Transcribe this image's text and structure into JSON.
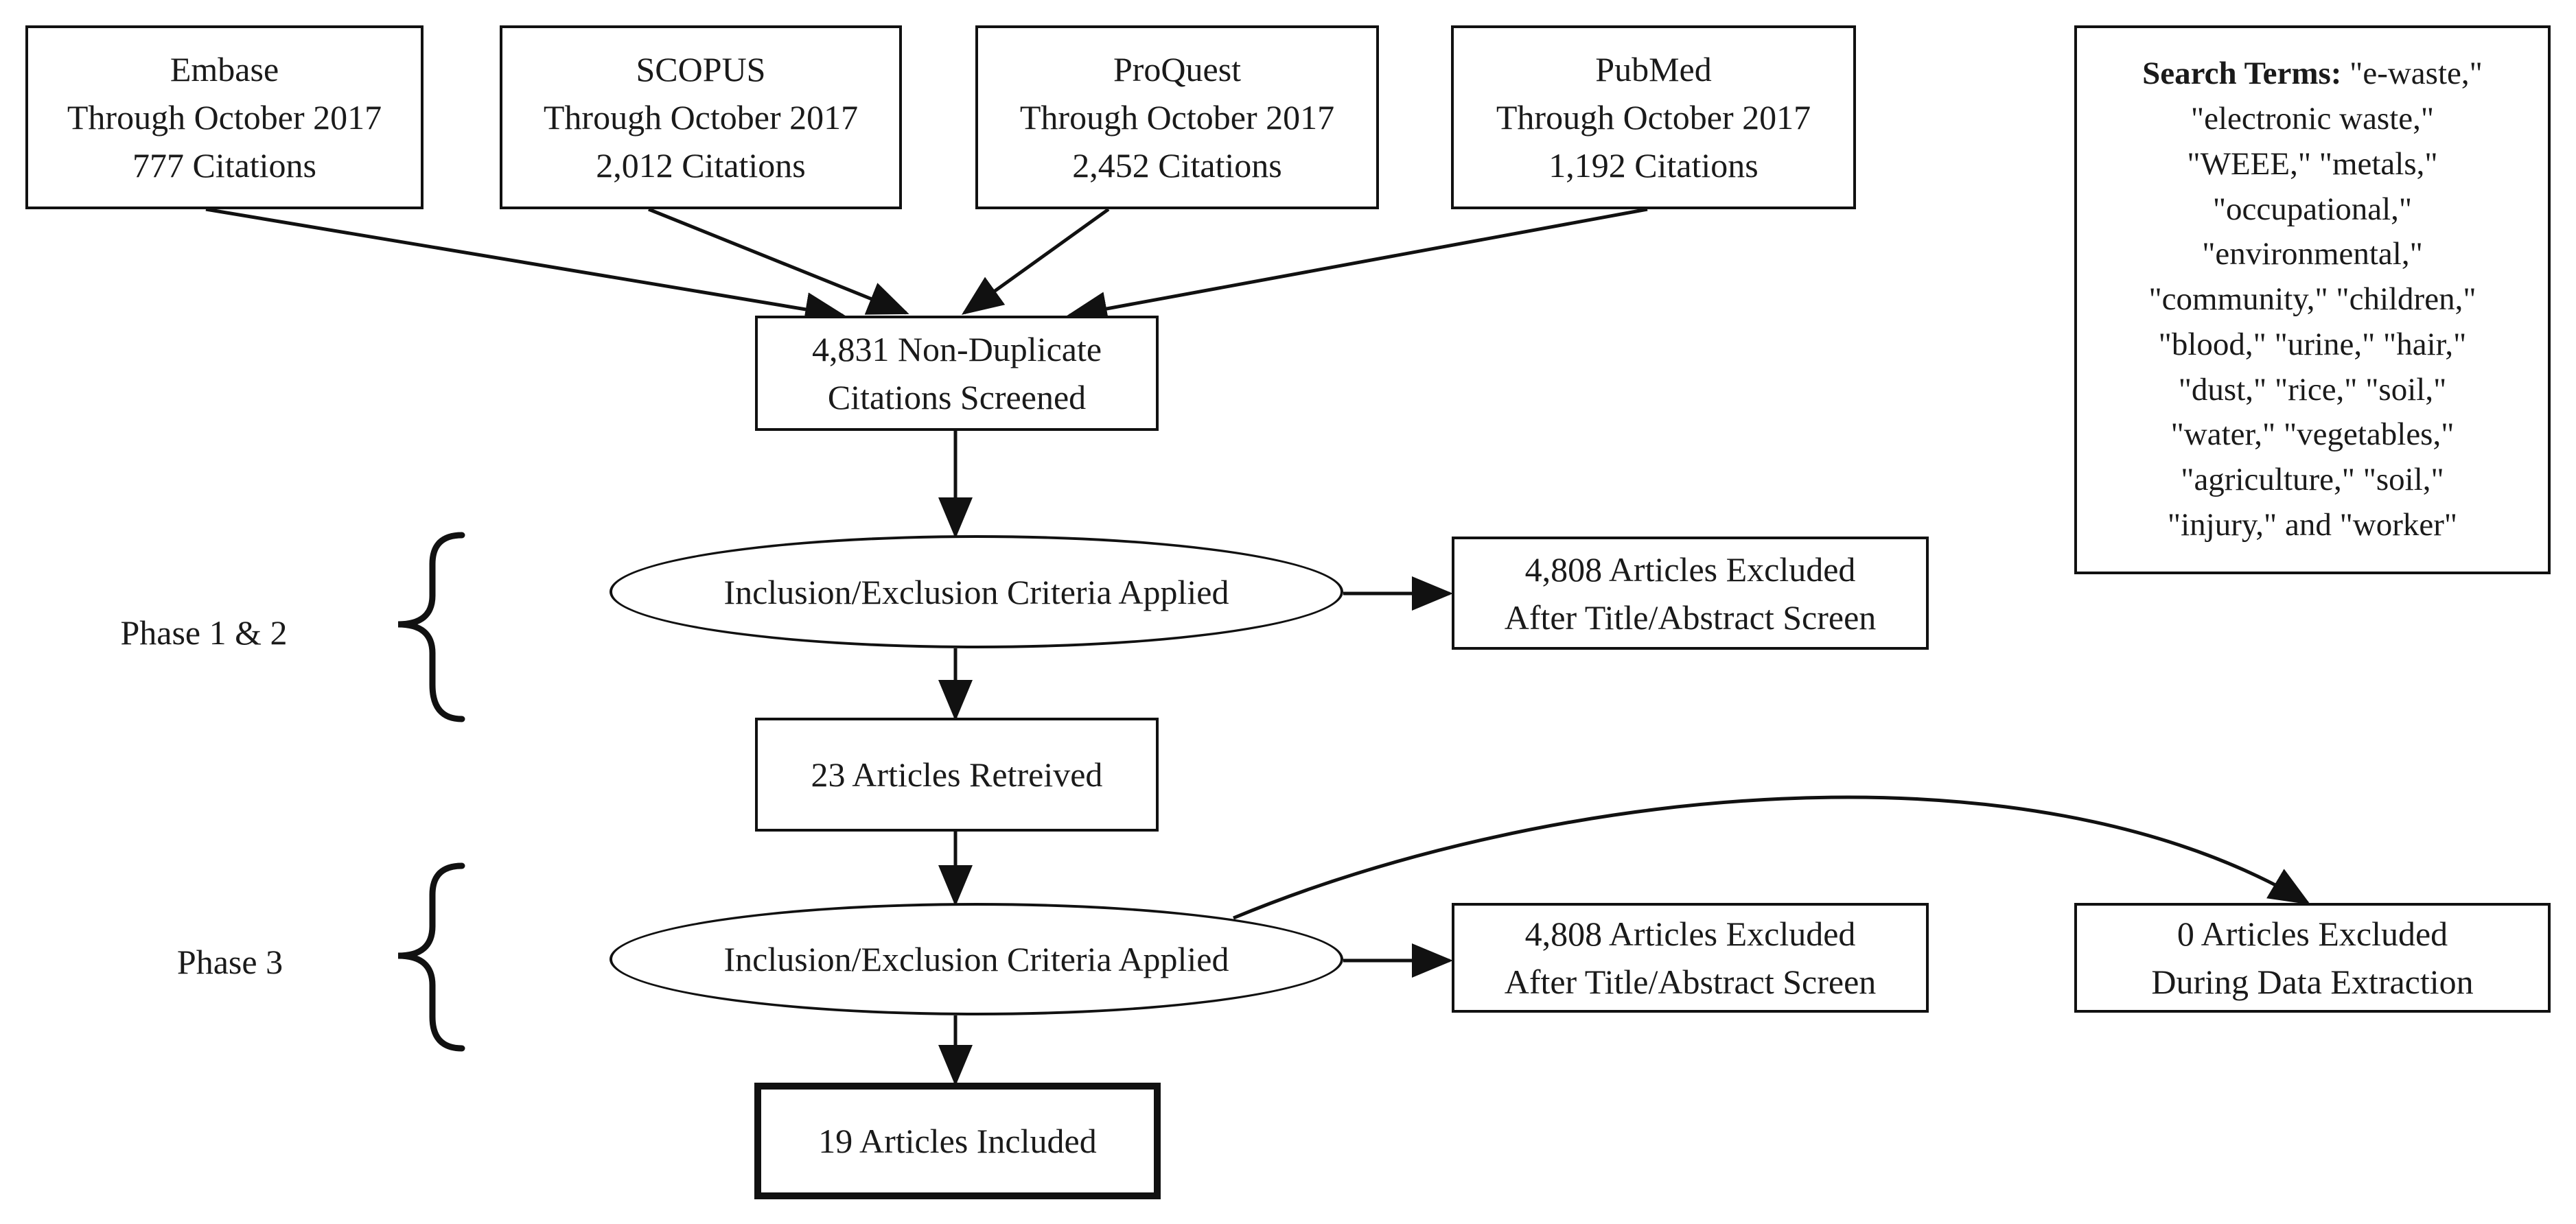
{
  "colors": {
    "stroke": "#111111",
    "background": "#ffffff",
    "text": "#1a1a1a"
  },
  "sources": [
    {
      "name": "Embase",
      "period": "Through October 2017",
      "citations": "777 Citations"
    },
    {
      "name": "SCOPUS",
      "period": "Through October 2017",
      "citations": "2,012 Citations"
    },
    {
      "name": "ProQuest",
      "period": "Through October 2017",
      "citations": "2,452 Citations"
    },
    {
      "name": "PubMed",
      "period": "Through October 2017",
      "citations": "1,192 Citations"
    }
  ],
  "search_terms": {
    "heading": "Search Terms:",
    "lines": [
      "\"e-waste,\"",
      "\"electronic waste,\"",
      "\"WEEE,\" \"metals,\"",
      "\"occupational,\"",
      "\"environmental,\"",
      "\"community,\" \"children,\"",
      "\"blood,\" \"urine,\" \"hair,\"",
      "\"dust,\" \"rice,\" \"soil,\"",
      "\"water,\" \"vegetables,\"",
      "\"agriculture,\" \"soil,\"",
      "\"injury,\" and \"worker\""
    ]
  },
  "screened": {
    "line1": "4,831 Non-Duplicate",
    "line2": "Citations Screened"
  },
  "phases": {
    "phase12": "Phase 1 & 2",
    "phase3": "Phase 3"
  },
  "criteria": {
    "phase12": "Inclusion/Exclusion Criteria Applied",
    "phase3": "Inclusion/Exclusion Criteria Applied"
  },
  "excluded_phase12": {
    "line1": "4,808  Articles Excluded",
    "line2": "After Title/Abstract Screen"
  },
  "retrieved": "23 Articles Retreived",
  "excluded_phase3": {
    "line1": "4,808  Articles Excluded",
    "line2": "After Title/Abstract Screen"
  },
  "excluded_extraction": {
    "line1": "0 Articles Excluded",
    "line2": "During Data Extraction"
  },
  "included": "19 Articles Included"
}
